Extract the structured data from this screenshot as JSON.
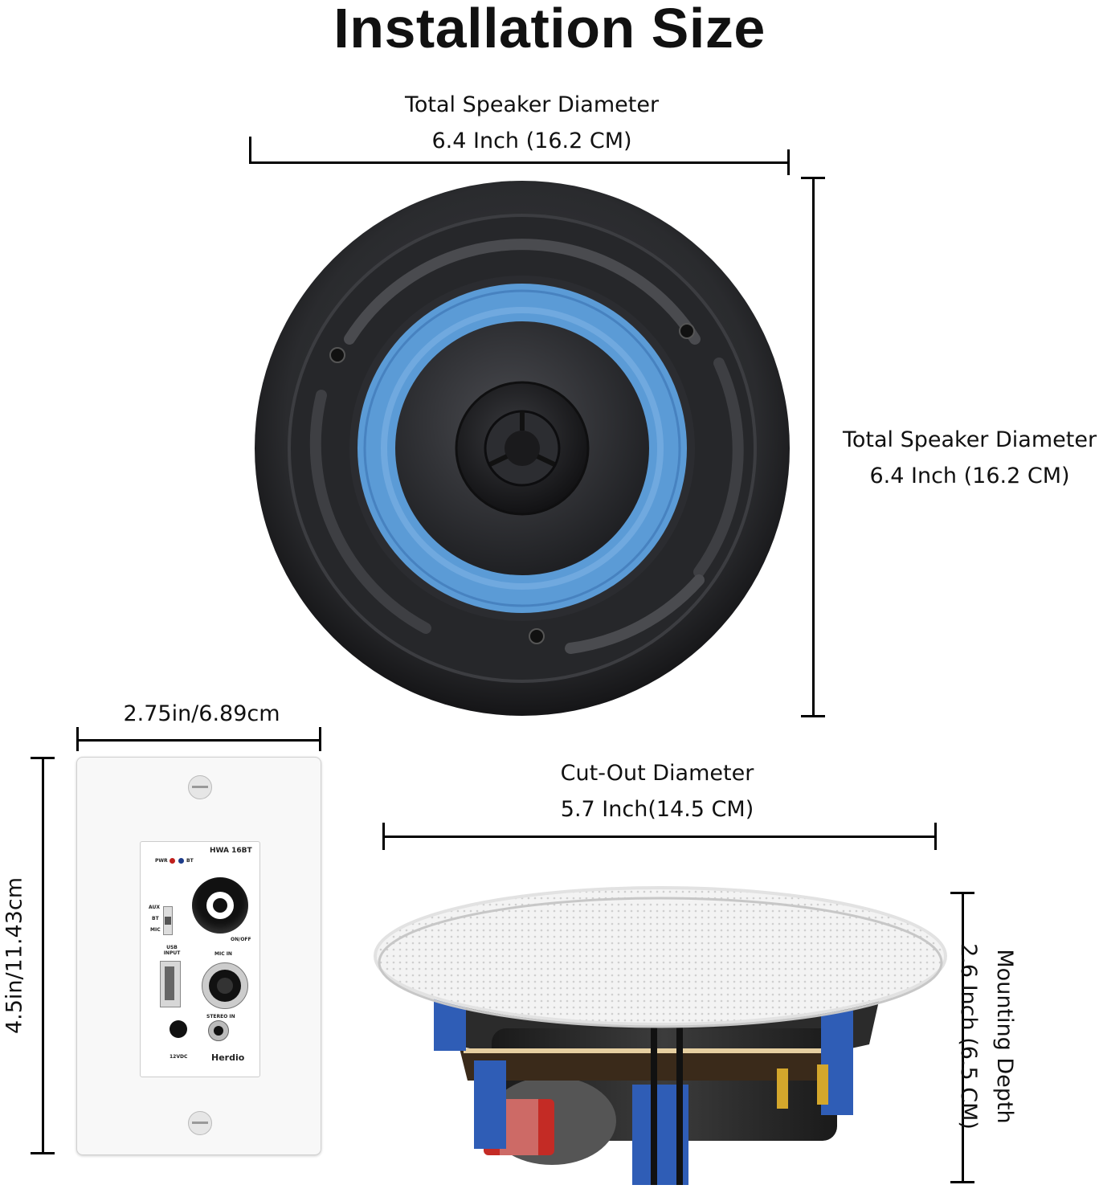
{
  "title": "Installation Size",
  "speaker_width": {
    "line1": "Total Speaker Diameter",
    "line2": "6.4 Inch (16.2 CM)"
  },
  "speaker_height": {
    "line1": "Total Speaker Diameter",
    "line2": "6.4 Inch (16.2 CM)"
  },
  "plate_width": "2.75in/6.89cm",
  "plate_height": "4.5in/11.43cm",
  "cutout": {
    "line1": "Cut-Out Diameter",
    "line2": "5.7 Inch(14.5 CM)"
  },
  "depth": {
    "line1": "Mounting Depth",
    "line2": "2.6 Inch (6.5 CM)"
  },
  "wallplate": {
    "model": "HWA 16BT",
    "pwr": "PWR",
    "bt_led": "BT",
    "switch_aux": "AUX",
    "switch_bt": "BT",
    "switch_mic": "MIC",
    "onoff": "ON/OFF",
    "usb": "USB INPUT",
    "mic_in": "MIC IN",
    "stereo_in": "STEREO IN",
    "dc": "12VDC",
    "brand": "Herdio"
  },
  "colors": {
    "accent_blue": "#5b9bd6",
    "speaker_black": "#1c1c1e",
    "bracket_blue": "#2f5db6"
  }
}
